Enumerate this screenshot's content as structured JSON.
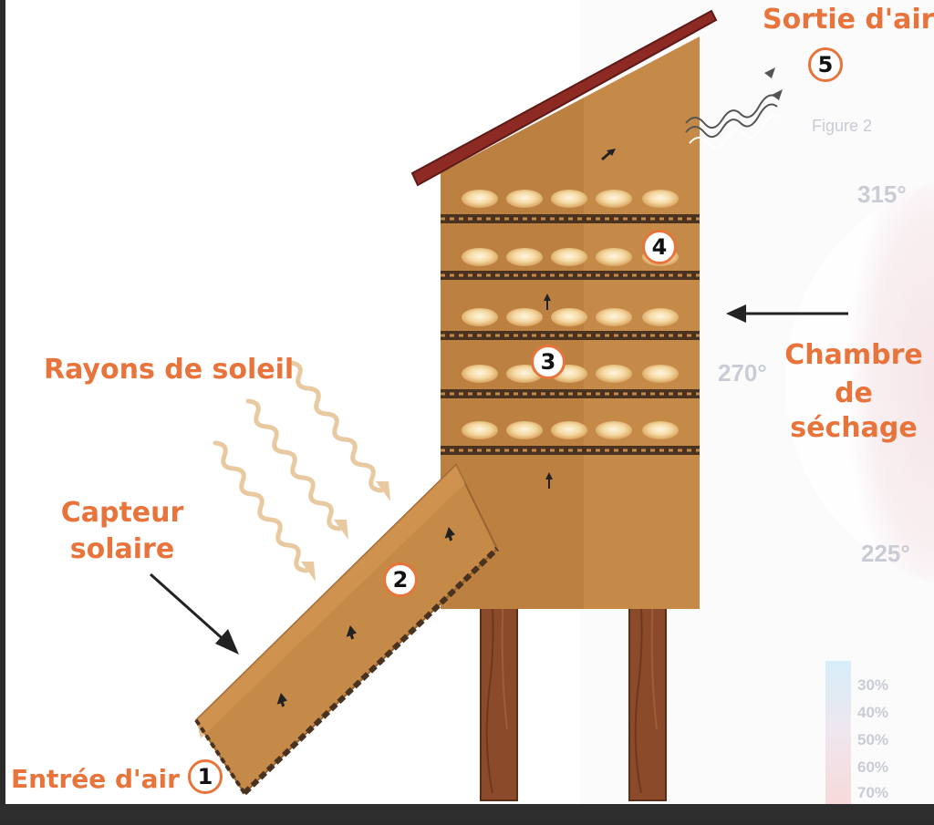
{
  "labels": {
    "sun_rays": "Rayons de soleil",
    "collector": [
      "Capteur",
      "solaire"
    ],
    "drying_chamber": [
      "Chambre",
      "de",
      "séchage"
    ],
    "air_inlet": "Entrée d'air",
    "air_outlet": "Sortie d'air"
  },
  "badges": {
    "one": "1",
    "two": "2",
    "three": "3",
    "four": "4",
    "five": "5"
  },
  "background_artifacts": {
    "figure_label": "Figure 2",
    "angle_315": "315°",
    "angle_270": "270°",
    "angle_225": "225°",
    "percent_scale": [
      "30%",
      "40%",
      "50%",
      "60%",
      "70%"
    ]
  },
  "colors": {
    "label_orange": "#e8743b",
    "wood_body": "#c58a48",
    "wood_shadow": "#b57a3c",
    "roof": "#8e2a24",
    "shelf": "#4a3220",
    "leg": "#8b4a2a",
    "fruit": "#f4d9a2"
  },
  "icons": [
    "sun-ray-wave-icon",
    "air-outlet-wave-icon",
    "arrow-icon",
    "airflow-arrow-icon"
  ]
}
